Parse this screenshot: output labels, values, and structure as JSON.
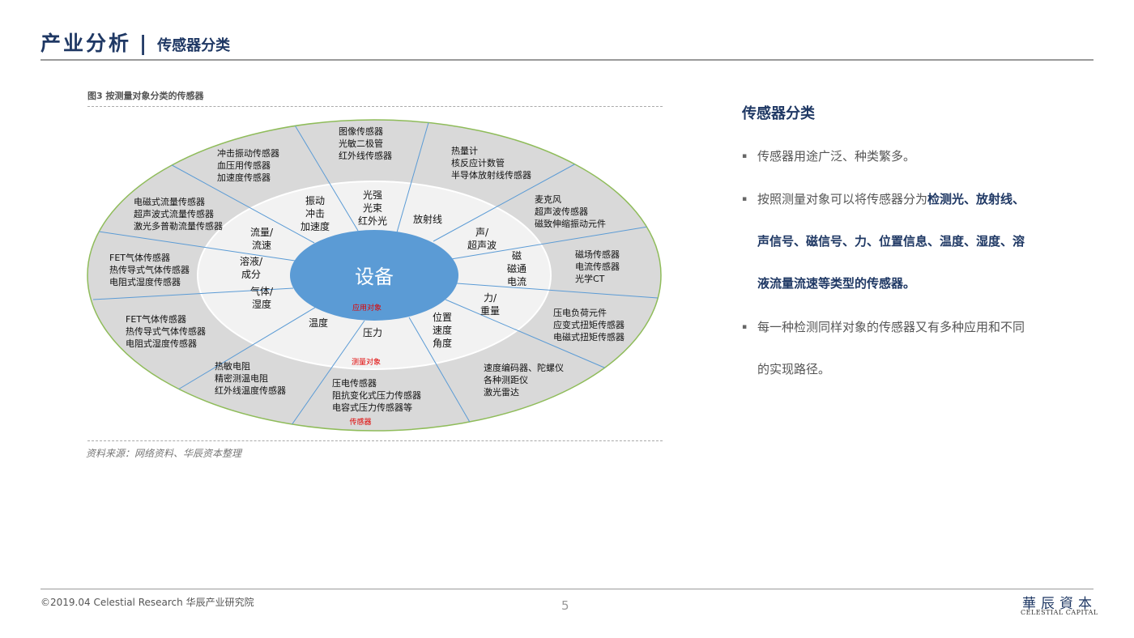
{
  "header": {
    "title": "产业分析",
    "separator": "|",
    "subtitle": "传感器分类"
  },
  "figure": {
    "caption": "图3 按测量对象分类的传感器",
    "source": "资料来源：网络资料、华辰资本整理",
    "center_label": "设备",
    "ring_annotation_objects": "应用对象",
    "ring_annotation_measure": "测量对象",
    "ring_annotation_sensor": "传感器",
    "middle_ring": [
      {
        "lines": [
          "振动",
          "冲击",
          "加速度"
        ]
      },
      {
        "lines": [
          "光强",
          "光束",
          "红外光"
        ]
      },
      {
        "lines": [
          "放射线"
        ]
      },
      {
        "lines": [
          "声/",
          "超声波"
        ]
      },
      {
        "lines": [
          "磁",
          "磁通",
          "电流"
        ]
      },
      {
        "lines": [
          "力/",
          "重量"
        ]
      },
      {
        "lines": [
          "位置",
          "速度",
          "角度"
        ]
      },
      {
        "lines": [
          "压力"
        ]
      },
      {
        "lines": [
          "温度"
        ]
      },
      {
        "lines": [
          "气体/",
          "湿度"
        ]
      },
      {
        "lines": [
          "溶液/",
          "成分"
        ]
      },
      {
        "lines": [
          "流量/",
          "流速"
        ]
      }
    ],
    "outer_ring": [
      {
        "lines": [
          "图像传感器",
          "光敏二极管",
          "红外线传感器"
        ]
      },
      {
        "lines": [
          "热量计",
          "核反应计数管",
          "半导体放射线传感器"
        ]
      },
      {
        "lines": [
          "麦克风",
          "超声波传感器",
          "磁致伸缩振动元件"
        ]
      },
      {
        "lines": [
          "磁场传感器",
          "电流传感器",
          "光学CT"
        ]
      },
      {
        "lines": [
          "压电负荷元件",
          "应变式扭矩传感器",
          "电磁式扭矩传感器"
        ]
      },
      {
        "lines": [
          "速度编码器、陀螺仪",
          "各种测距仪",
          "激光雷达"
        ]
      },
      {
        "lines": [
          "压电传感器",
          "阻抗变化式压力传感器",
          "电容式压力传感器等"
        ]
      },
      {
        "lines": [
          "热敏电阻",
          "精密测温电阻",
          "红外线温度传感器"
        ]
      },
      {
        "lines": [
          "FET气体传感器",
          "热传导式气体传感器",
          "电阻式湿度传感器"
        ]
      },
      {
        "lines": [
          "FET气体传感器",
          "热传导式气体传感器",
          "电阻式湿度传感器"
        ]
      },
      {
        "lines": [
          "电磁式流量传感器",
          "超声波式流量传感器",
          "激光多普勒流量传感器"
        ]
      },
      {
        "lines": [
          "冲击振动传感器",
          "血压用传感器",
          "加速度传感器"
        ]
      }
    ]
  },
  "panel": {
    "title": "传感器分类",
    "bullet1": "传感器用途广泛、种类繁多。",
    "bullet2_plain": "按照测量对象可以将传感器分为",
    "bullet2_bold": "检测光、放射线、声信号、磁信号、力、位置信息、温度、湿度、溶液流量流速等类型的传感器。",
    "bullet3": "每一种检测同样对象的传感器又有多种应用和不同的实现路径。",
    "bullet_mark": "▪"
  },
  "footer": {
    "copyright": "©2019.04 Celestial Research 华辰产业研究院",
    "page_number": "5",
    "logo_cn": "華辰資本",
    "logo_en": "CELESTIAL CAPITAL"
  },
  "colors": {
    "navy": "#1f3864",
    "outer_ring": "#d9d9d9",
    "middle_ring": "#f2f2f2",
    "center": "#5b9bd5",
    "divider": "#5b9bd5",
    "ellipse_border": "#8fbc5a",
    "annotation_red": "#e00000"
  }
}
